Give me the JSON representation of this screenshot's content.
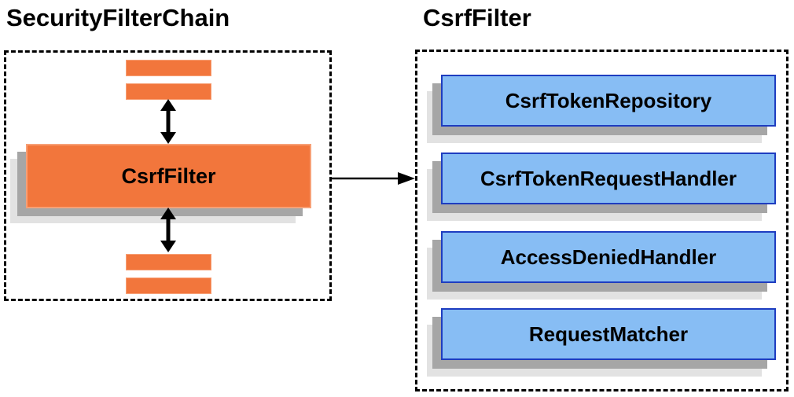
{
  "colors": {
    "orange": "#f2763c",
    "orange_border": "#f7a076",
    "blue_fill": "#87bdf4",
    "blue_border": "#1e3dc0",
    "shadow_dark": "#a6a6a6",
    "shadow_light": "#e2e2e2",
    "arrow": "#000000",
    "text": "#000000"
  },
  "left_panel": {
    "title": "SecurityFilterChain",
    "filter_box_label": "CsrfFilter"
  },
  "right_panel": {
    "title": "CsrfFilter",
    "components": [
      {
        "label": "CsrfTokenRepository"
      },
      {
        "label": "CsrfTokenRequestHandler"
      },
      {
        "label": "AccessDeniedHandler"
      },
      {
        "label": "RequestMatcher"
      }
    ]
  }
}
